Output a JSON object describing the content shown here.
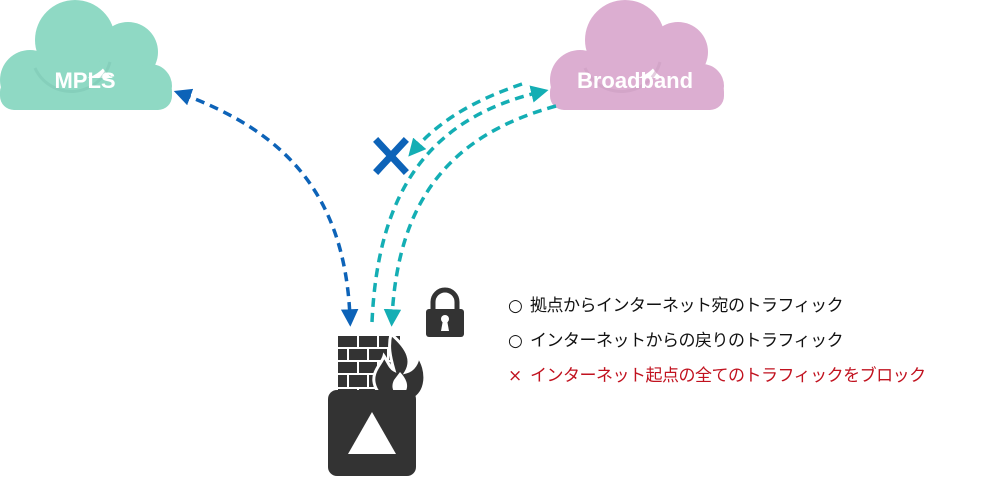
{
  "clouds": {
    "mpls": {
      "label": "MPLS",
      "color": "#8fd9c4",
      "shade": "#7cc6b2"
    },
    "broadband": {
      "label": "Broadband",
      "color": "#dcaed1",
      "shade": "#c99bbf"
    }
  },
  "colors": {
    "mpls_arrow": "#0d63b8",
    "broadband_arrow": "#14aeb4",
    "block_mark": "#0d63b8",
    "device": "#333333",
    "blocked_text": "#c1121f"
  },
  "icons": {
    "block": "x-mark-icon",
    "lock": "padlock-icon",
    "firewall": "brick-wall-flame-icon",
    "router": "router-triangle-icon"
  },
  "legend": {
    "items": [
      {
        "mark": "○",
        "text": "拠点からインターネット宛のトラフィック",
        "status": "allowed"
      },
      {
        "mark": "○",
        "text": "インターネットからの戻りのトラフィック",
        "status": "allowed"
      },
      {
        "mark": "×",
        "text": "インターネット起点の全てのトラフィックをブロック",
        "status": "blocked"
      }
    ]
  }
}
